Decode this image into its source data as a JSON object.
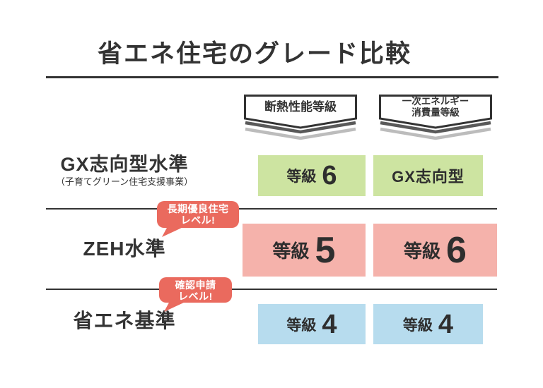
{
  "title": {
    "text": "省エネ住宅のグレード比較"
  },
  "colors": {
    "ink": "#333333",
    "green_cell": "#cde4a1",
    "pink_cell": "#f5b2ab",
    "blue_cell": "#b7dcee",
    "badge_red": "#ea6a5e"
  },
  "column_headers": [
    {
      "id": "insulation-performance-grade",
      "line1": "断熱性能等級"
    },
    {
      "id": "primary-energy-consumption-grade",
      "line1": "一次エネルギー",
      "line2": "消費量等級"
    }
  ],
  "rows": [
    {
      "id": "gx-oriented-standard",
      "label": "GX志向型水準",
      "sublabel": "（子育てグリーン住宅支援事業）",
      "color": "#cde4a1",
      "cells": [
        {
          "prefix": "等級",
          "number": "6"
        },
        {
          "text": "GX志向型"
        }
      ]
    },
    {
      "id": "zeh-standard",
      "label": "ZEH水準",
      "color": "#f5b2ab",
      "badge": {
        "line1": "長期優良住宅",
        "line2": "レベル!"
      },
      "cells": [
        {
          "prefix": "等級",
          "number": "5"
        },
        {
          "prefix": "等級",
          "number": "6"
        }
      ]
    },
    {
      "id": "energy-saving-standard",
      "label": "省エネ基準",
      "color": "#b7dcee",
      "badge": {
        "line1": "確認申請",
        "line2": "レベル!"
      },
      "cells": [
        {
          "prefix": "等級",
          "number": "4"
        },
        {
          "prefix": "等級",
          "number": "4"
        }
      ]
    }
  ]
}
